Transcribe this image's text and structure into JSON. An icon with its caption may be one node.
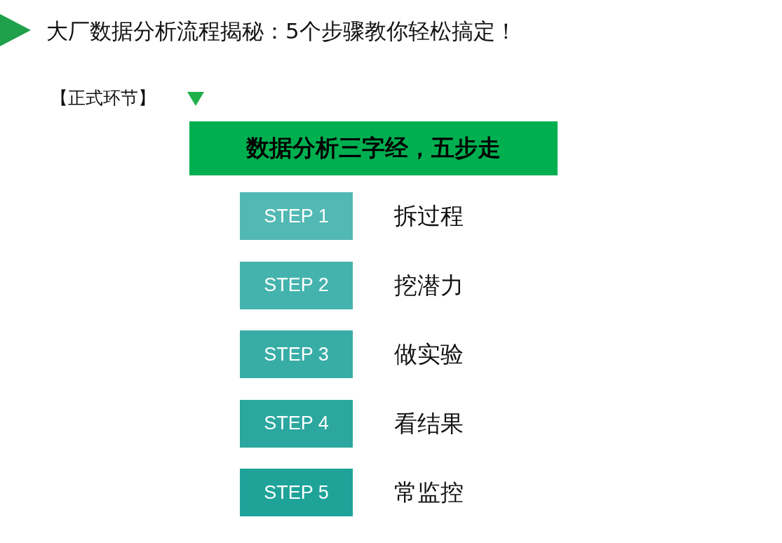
{
  "diagram": {
    "title": "大厂数据分析流程揭秘：5个步骤教你轻松搞定！",
    "nodes": [
      {
        "text": [
          "数据分析三字经，五步走"
        ]
      },
      {
        "text": [
          "STEP 1"
        ],
        "beside": [
          "拆过程"
        ]
      },
      {
        "text": [
          "STEP 2"
        ],
        "beside": [
          "挖潜力"
        ]
      },
      {
        "text": [
          "STEP 3"
        ],
        "beside": [
          "做实验"
        ]
      },
      {
        "text": [
          "STEP 4"
        ],
        "beside": [
          "看结果"
        ]
      },
      {
        "text": [
          "STEP 5"
        ],
        "beside": [
          "常监控"
        ]
      }
    ],
    "labels": [
      "【正式环节】"
    ]
  }
}
